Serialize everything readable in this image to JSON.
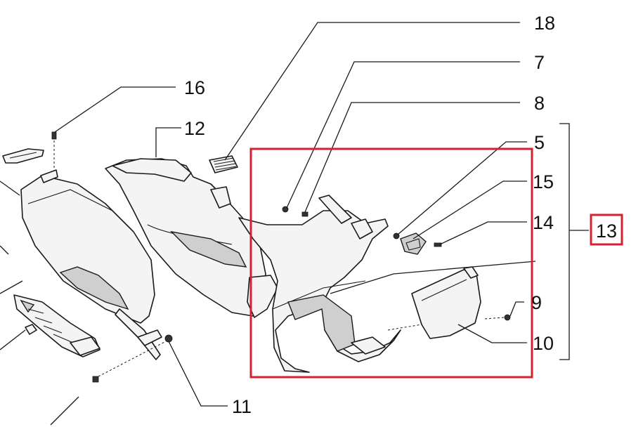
{
  "diagram": {
    "callouts": [
      {
        "id": "c18",
        "label": "18"
      },
      {
        "id": "c7",
        "label": "7"
      },
      {
        "id": "c16",
        "label": "16"
      },
      {
        "id": "c8",
        "label": "8"
      },
      {
        "id": "c12",
        "label": "12"
      },
      {
        "id": "c5",
        "label": "5"
      },
      {
        "id": "c15",
        "label": "15"
      },
      {
        "id": "c14",
        "label": "14"
      },
      {
        "id": "c13",
        "label": "13"
      },
      {
        "id": "c9",
        "label": "9"
      },
      {
        "id": "c10",
        "label": "10"
      },
      {
        "id": "c11",
        "label": "11"
      }
    ],
    "highlight_color": "#d42030",
    "line_color": "#1a1a1a"
  }
}
